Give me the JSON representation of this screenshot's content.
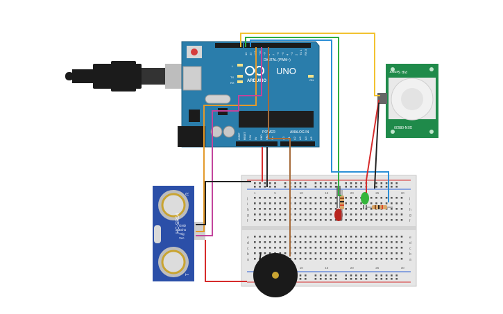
{
  "arduino": {
    "brand": "ARDUINO",
    "model": "UNO",
    "digital_label": "DIGITAL (PWM~)",
    "power_label": "POWER",
    "analog_label": "ANALOG IN",
    "aref": "AREF",
    "gnd": "GND",
    "tx": "TX",
    "rx": "RX",
    "l_led": "L",
    "on_led": "ON",
    "digital_pins": [
      "13",
      "12",
      "~11",
      "~10",
      "~9",
      "8",
      "7",
      "~6",
      "~5",
      "4",
      "~3",
      "2",
      "TX 1",
      "RX 0"
    ],
    "power_pins": [
      "IOREF",
      "RESET",
      "3.3V",
      "5V",
      "GND",
      "GND",
      "Vin"
    ],
    "analog_pins": [
      "A0",
      "A1",
      "A2",
      "A3",
      "A4",
      "A5"
    ]
  },
  "ultrasonic": {
    "model": "HC-SR04",
    "pins": [
      "GND",
      "Echo",
      "Trig",
      "Vcc"
    ],
    "side_r": "R",
    "side_t": "T"
  },
  "pir": {
    "label_top": "PIR Sensor",
    "label_bottom": "SEN-08630"
  },
  "breadboard": {
    "rows_top": [
      "j",
      "i",
      "h",
      "g",
      "f"
    ],
    "rows_bottom": [
      "e",
      "d",
      "c",
      "b",
      "a"
    ],
    "col_labels": [
      "1",
      "5",
      "10",
      "15",
      "20",
      "25",
      "30"
    ]
  },
  "colors": {
    "board": "#2a7dab",
    "wire_yellow": "#f2c230",
    "wire_green": "#2fae3f",
    "wire_blue": "#2b8fd6",
    "wire_orange": "#e39a2b",
    "wire_magenta": "#c2449c",
    "wire_red": "#d62b2b",
    "wire_black": "#222222",
    "wire_brown": "#a66b3a"
  },
  "icons": [
    "usb-cable-icon",
    "buzzer-icon",
    "led-red-icon",
    "led-green-icon",
    "resistor-icon"
  ]
}
